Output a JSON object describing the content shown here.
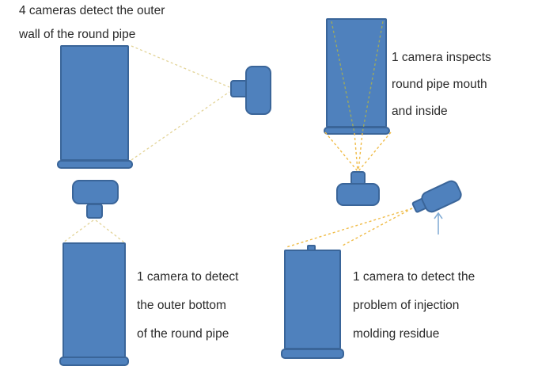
{
  "colors": {
    "shape_fill": "#4f81bd",
    "shape_border": "#3a6599",
    "beam_pale": "#e3d498",
    "beam_gold": "#f0bc48",
    "beam_inner": "#9da95f",
    "arrow_blue": "#85aed6",
    "text_color": "#2a2a2a"
  },
  "labels": {
    "top_left": {
      "lines": [
        "4 cameras detect the outer",
        "wall of the round pipe"
      ]
    },
    "top_right": {
      "lines": [
        "1 camera inspects",
        "round pipe mouth",
        "and inside"
      ]
    },
    "bottom_left": {
      "lines": [
        "1 camera to detect",
        "the outer bottom",
        "of the round pipe"
      ]
    },
    "bottom_right": {
      "lines": [
        "1 camera to detect the",
        "problem of injection",
        "molding residue"
      ]
    }
  }
}
